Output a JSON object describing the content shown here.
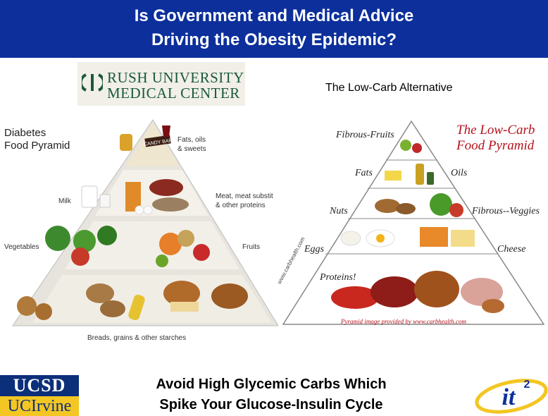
{
  "header": {
    "line1": "Is Government and Medical Advice",
    "line2": "Driving the Obesity Epidemic?"
  },
  "rush_logo": {
    "line1": "RUSH UNIVERSITY",
    "line2": "MEDICAL CENTER",
    "color": "#1a5a3a"
  },
  "right_title": "The Low-Carb Alternative",
  "diabetes_pyramid": {
    "title_line1": "Diabetes",
    "title_line2": "Food Pyramid",
    "labels": {
      "fats_1": "Fats, oils",
      "fats_2": "& sweets",
      "candy": "CANDY BAR",
      "milk": "Milk",
      "meat_1": "Meat, meat substit",
      "meat_2": "& other proteins",
      "vegetables": "Vegetables",
      "fruits": "Fruits",
      "breads": "Breads, grains & other starches"
    }
  },
  "lowcarb_pyramid": {
    "head_line1": "The Low-Carb",
    "head_line2": "Food Pyramid",
    "labels": {
      "fibrous_fruits": "Fibrous-Fruits",
      "fats": "Fats",
      "oils": "Oils",
      "nuts": "Nuts",
      "fibrous_veggies": "Fibrous--Veggies",
      "eggs": "Eggs",
      "cheese": "Cheese",
      "proteins": "Proteins!"
    },
    "credit": "Pyramid image provided by www.carbhealth.com",
    "side_credit": "www.carbhealth.com"
  },
  "footer": {
    "ucsd": "UCSD",
    "uci": "UCIrvine",
    "line1": "Avoid High Glycemic Carbs Which",
    "line2": "Spike Your Glucose-Insulin Cycle",
    "it2": "it",
    "it2_sup": "2"
  },
  "colors": {
    "header_bg": "#0c2f9b",
    "ucsd_blue": "#0c2f7a",
    "uci_gold": "#f3c623",
    "lowcarb_red": "#b5121b"
  }
}
